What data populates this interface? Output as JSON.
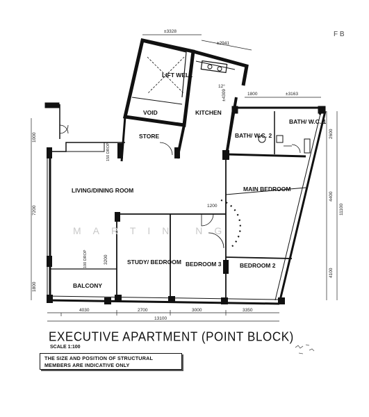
{
  "plan": {
    "rooms": {
      "lift_well": "LIFT WELL",
      "void": "VOID",
      "kitchen": "KITCHEN",
      "store": "STORE",
      "bath_wc2": "BATH/ W.C. 2",
      "bath_wc1": "BATH/ W.C. 1",
      "living_dining": "LIVING/DINING ROOM",
      "main_bedroom": "MAIN BEDROOM",
      "study_bedroom": "STUDY/ BEDROOM",
      "bedroom3": "BEDROOM 3",
      "bedroom2": "BEDROOM 2",
      "balcony": "BALCONY"
    },
    "annotations": {
      "drop_store": "150 DROP",
      "drop_balcony": "100 DROP",
      "angle": "12°",
      "corner_mark": "F B"
    },
    "dimensions": {
      "top_left": "±3328",
      "top_right": "±2941",
      "kitchen_side": "±4309",
      "right_top_a": "1800",
      "right_top_b": "±3163",
      "left_1": "1000",
      "left_2": "7200",
      "left_3": "1800",
      "bottom_1": "4030",
      "bottom_2": "2700",
      "bottom_3": "3000",
      "bottom_4": "3350",
      "bottom_total": "13100",
      "right_1": "2600",
      "right_2": "4400",
      "right_3": "4100",
      "right_total": "11100",
      "arc": "1200",
      "study_height": "3200"
    },
    "watermark": "MARTIN NG"
  },
  "title": "EXECUTIVE APARTMENT (POINT BLOCK)",
  "scale": "SCALE 1:100",
  "note": "THE SIZE AND POSITION OF STRUCTURAL MEMBERS ARE INDICATIVE ONLY"
}
